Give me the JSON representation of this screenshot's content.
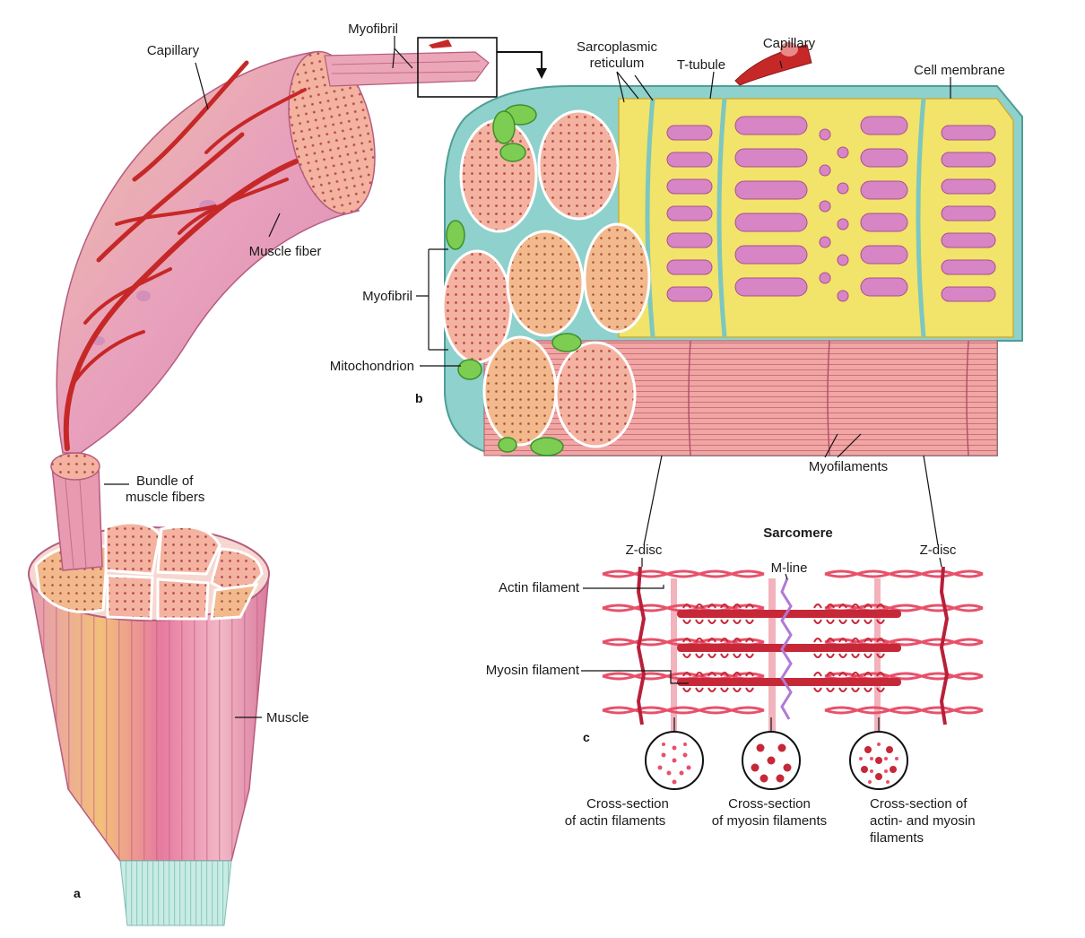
{
  "labels": {
    "myofibril_top": "Myofibril",
    "capillary_left": "Capillary",
    "muscle_fiber": "Muscle fiber",
    "bundle_line1": "Bundle of",
    "bundle_line2": "muscle fibers",
    "muscle": "Muscle",
    "sarcoplasmic_line1": "Sarcoplasmic",
    "sarcoplasmic_line2": "reticulum",
    "t_tubule": "T-tubule",
    "capillary_right": "Capillary",
    "cell_membrane": "Cell membrane",
    "myofibril_mid": "Myofibril",
    "mitochondrion": "Mitochondrion",
    "myofilaments": "Myofilaments",
    "sarcomere": "Sarcomere",
    "z_disc_left": "Z-disc",
    "z_disc_right": "Z-disc",
    "m_line": "M-line",
    "actin_filament": "Actin filament",
    "myosin_filament": "Myosin filament",
    "cs_actin_line1": "Cross-section",
    "cs_actin_line2": "of actin filaments",
    "cs_myosin_line1": "Cross-section",
    "cs_myosin_line2": "of myosin filaments",
    "cs_both_line1": "Cross-section of",
    "cs_both_line2": "actin- and myosin",
    "cs_both_line3": "filaments"
  },
  "panels": {
    "a": "a",
    "b": "b",
    "c": "c"
  },
  "colors": {
    "capillary": "#c62828",
    "fiber": "#e7a3b9",
    "reticulum": "#f2e36a",
    "tubule": "#8fd1cc",
    "mitochondrion": "#7ccd52",
    "myofibril": "#f0a892",
    "actin": "#e8506a",
    "myosin": "#c62838",
    "m_line": "#b07ad8"
  }
}
